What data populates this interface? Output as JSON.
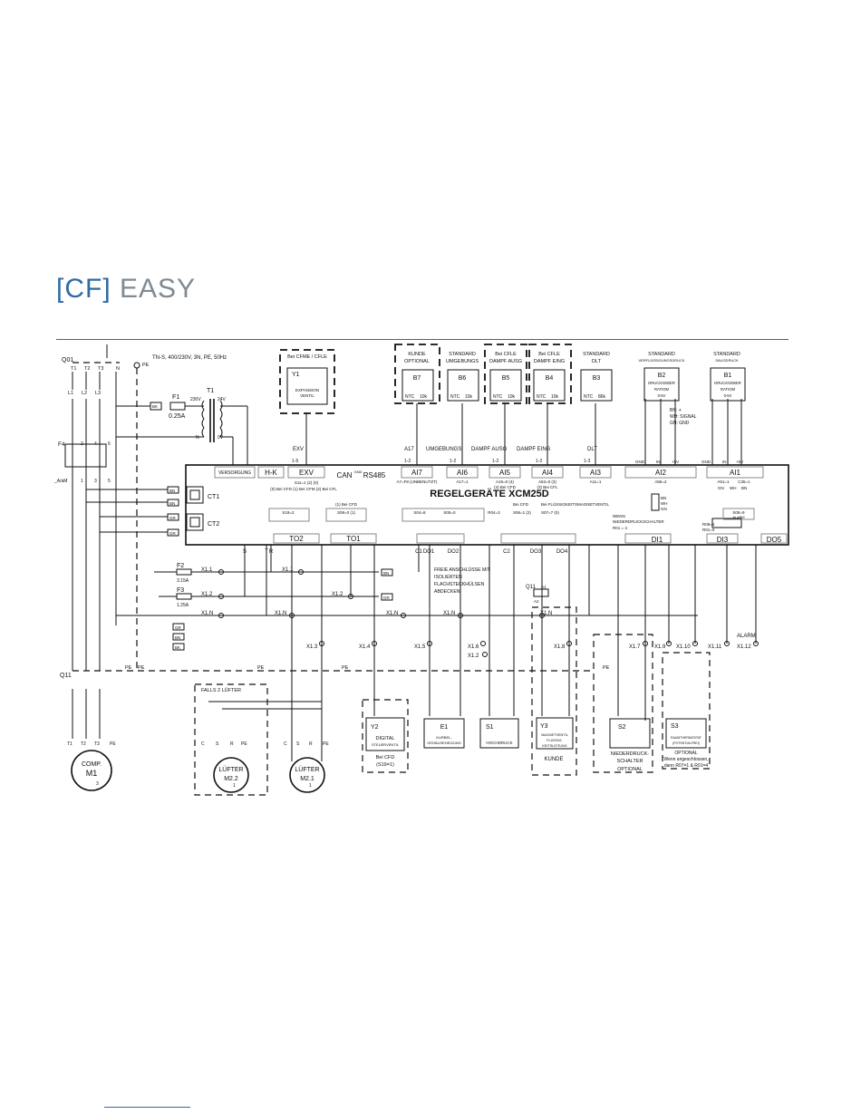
{
  "brand": {
    "bracket_open": "[",
    "cf": "CF",
    "bracket_close": "]",
    "easy": "EASY"
  },
  "supply": {
    "q01": "Q01",
    "t1": "T1",
    "t2": "T2",
    "t3": "T3",
    "n": "N",
    "pe": "PE",
    "spec": "TN-S, 400/230V, 3N, PE, 50Hz",
    "l1": "L1",
    "l2": "L2",
    "l3": "L3"
  },
  "fuse_f1": {
    "label": "F1",
    "value": "0.25A"
  },
  "transformer": {
    "label": "T1",
    "v_in": "230V",
    "v_out": "24V",
    "n": "N",
    "zero": "0V"
  },
  "f4": {
    "label": "F4",
    "rating": "_A/aM",
    "t2": "2",
    "t4": "4",
    "t6": "6",
    "t1": "1",
    "t3": "3",
    "t5": "5"
  },
  "ct": {
    "ct1": "CT1",
    "ct2": "CT2"
  },
  "controller": {
    "title": "REGELGERÄTE XCM25D",
    "versorgung": "VERSORGUNG",
    "hk": "H-K",
    "exv": "EXV",
    "exv_note": "S11=1 (2) (0)",
    "exv_note2": "(0) Bei CFD  (1) Bei CFM  (2) Bei CFL",
    "can": "CAN",
    "rs485": "RS485",
    "gnd": "GND",
    "ai7": "AI7",
    "ai6": "AI6",
    "ai5": "AI5",
    "ai4": "AI4",
    "ai3": "AI3",
    "ai2": "AI2",
    "ai1": "AI1",
    "ai7_note": "A7=F8 (UNBENUTZT)",
    "ai6_note": "A17=1",
    "ai5_note": "A15=0 (4)",
    "ai5_note2": "(4) Bei CFD",
    "ai4_note": "A53=0 (3)",
    "ai4_note2": "(3) Bei CFL",
    "ai3_note": "A11=1",
    "ai2_note": "A56=2",
    "ai1_note": "A51=1",
    "ai1_note2": "C35=1",
    "to2": "TO2",
    "to1": "TO1",
    "s19": "S19=2",
    "s09": "S09=0 (1)",
    "s09_pre": "(1) Bei CFD",
    "s04": "S04=8",
    "s05": "S05=0",
    "r04": "R04=3",
    "bei_cfd": "Bei CFD",
    "s06": "S06=1 (2)",
    "fluessig": "Bei FLÜSSIGKEITSMAGNETVENTIL",
    "s07": "S07=7 (0)",
    "wenn": "WENN",
    "nieder": "NIEDERDRUCKSCHALTER",
    "r01": "R01 = 4",
    "r08": "R08=1",
    "r01b": "R01=0",
    "s08": "S08=9",
    "alarm_small": "ALARM",
    "di1": "DI1",
    "di3": "DI3",
    "do5": "DO5",
    "bn": "BN",
    "wh": "WH",
    "gn": "GN",
    "r": "R",
    "s": "S",
    "t": "T",
    "c1": "C1",
    "do1": "DO1",
    "do2": "DO2",
    "c2": "C2",
    "do3": "DO3",
    "do4": "DO4"
  },
  "sensors": {
    "b7": {
      "head1": "KUNDE",
      "head2": "OPTIONAL",
      "id": "B7",
      "ntc": "NTC",
      "val": "10k",
      "wire": "A17",
      "range": "1-2"
    },
    "b6": {
      "head1": "STANDARD",
      "head2": "UMGEBUNGS",
      "id": "B6",
      "ntc": "NTC",
      "val": "10k",
      "wire": "UMGEBUNGS",
      "range": "1-2"
    },
    "b5": {
      "head1": "Bei CFLE",
      "head2": "DAMPF AUSG",
      "id": "B5",
      "ntc": "NTC",
      "val": "10k",
      "wire": "DAMPF AUSG",
      "range": "1-2"
    },
    "b4": {
      "head1": "Bei CFLE",
      "head2": "DAMPF EING",
      "id": "B4",
      "ntc": "NTC",
      "val": "10k",
      "wire": "DAMPF EING",
      "range": "1-2"
    },
    "b3": {
      "head1": "STANDARD",
      "head2": "DLT",
      "id": "B3",
      "ntc": "NTC",
      "val": "86k",
      "wire": "DLT",
      "range": "1-3"
    },
    "b2": {
      "head1": "STANDARD",
      "head2": "VERFLÜSSIGUNGSDRUCK",
      "id": "B2",
      "l1": "DRUCKGEBER",
      "l2": "RATIOM",
      "l3": "0-5V"
    },
    "b1": {
      "head1": "STANDARD",
      "head2": "SAUGDRUCK",
      "id": "B1",
      "l1": "DRUCKGEBER",
      "l2": "RATIOM",
      "l3": "0-5V"
    }
  },
  "y1": {
    "head": "Bei CFME / CFLE",
    "id": "Y1",
    "l1": "EXPANSION",
    "l2": "VENTIL",
    "wire": "EXV",
    "range": "1-5"
  },
  "b2_legend": {
    "bn": "BN: +",
    "wh": "WH: SIGNAL",
    "gn": "GN: GND"
  },
  "b2_pins": {
    "gnd": "GND",
    "in": "IN",
    "p5": "+5V"
  },
  "wires": {
    "bn": "BN",
    "gr": "GR",
    "bk": "BK",
    "pe": "PE"
  },
  "fuses": {
    "f2": "F2",
    "f2v": "3.15A",
    "f3": "F3",
    "f3v": "1.25A"
  },
  "terminals": {
    "x11": "X1.1",
    "x12": "X1.2",
    "x1n": "X1.N",
    "x13": "X1.3",
    "x14": "X1.4",
    "x15": "X1.5",
    "x16": "X1.6",
    "x17": "X1.7",
    "x18": "X1.8",
    "x19": "X1.9",
    "x110": "X1.10",
    "x111": "X1.11",
    "x112": "X1.12"
  },
  "freie": {
    "l1": "FREIE ANSCHLÜSSE MIT",
    "l2": "ISOLIERTEN",
    "l3": "FLACHSTECKHÜLSEN",
    "l4": "ABDECKEN"
  },
  "q11": {
    "label": "Q11",
    "a1": "A1",
    "a2": "A2"
  },
  "compressor": {
    "t1": "T1",
    "t2": "T2",
    "t3": "T3",
    "pe": "PE",
    "l1": "COMP.",
    "l2": "M1",
    "phase": "3"
  },
  "fan_group": {
    "title": "FALLS 2 LÜFTER",
    "c": "C",
    "s": "S",
    "r": "R",
    "pe": "PE",
    "m22a": "LÜFTER",
    "m22b": "M2.2",
    "m21a": "LÜFTER",
    "m21b": "M2.1",
    "phase": "1"
  },
  "y2": {
    "id": "Y2",
    "l1": "DIGITAL",
    "l2": "STEUERVENTIL",
    "note1": "Bei CFD",
    "note2": "(S19=1)"
  },
  "e1": {
    "id": "E1",
    "l1": "KURBEL-",
    "l2": "GEHÄUSEHEIZUNG"
  },
  "s1": {
    "id": "S1",
    "l1": "HOCHDRUCK"
  },
  "y3": {
    "id": "Y3",
    "l1": "MAGNETVENTIL",
    "l2": "FLÜSSIG-",
    "l3": "KEITSLEITUNG",
    "kunde": "KUNDE"
  },
  "s2": {
    "id": "S2",
    "l1": "NIEDERDRUCK-",
    "l2": "SCHALTER",
    "l3": "OPTIONAL"
  },
  "s3": {
    "id": "S3",
    "l1": "RAUMTHERMOSTAT",
    "l2": "(POTENTIALFREI)",
    "l3": "OPTIONAL",
    "l4": "Wenn angeschlossen,",
    "l5": "dann R07=1 & R01=4"
  },
  "alarm": "ALARM"
}
